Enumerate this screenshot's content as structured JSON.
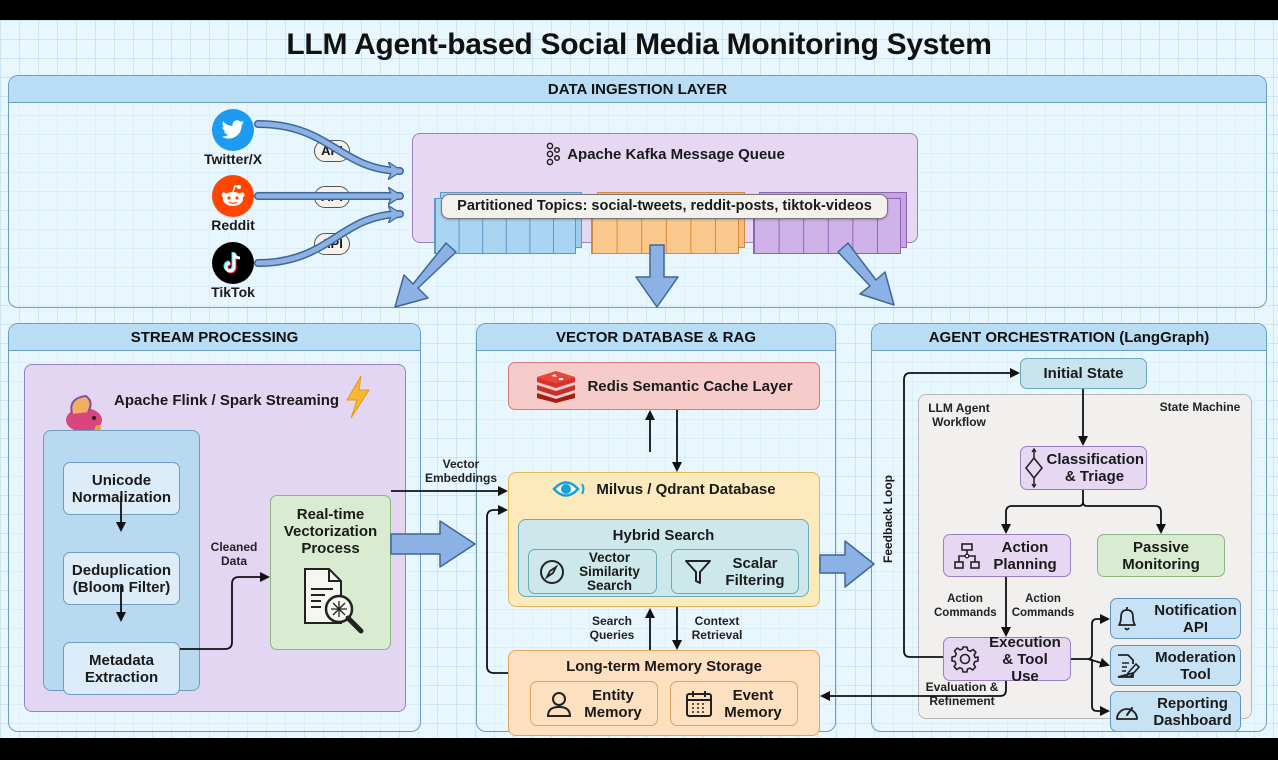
{
  "title": "LLM Agent-based Social Media Monitoring System",
  "colors": {
    "background": "#e8f6fd",
    "layer_header": "#b9ddf5",
    "arrow_fill": "#8cb1e4",
    "kafka_bg": "#e6d8f3",
    "twitter": "#1d9bf0",
    "reddit": "#ff4500",
    "tiktok": "#000000",
    "redis": "#d8322b"
  },
  "ingestion": {
    "header": "DATA INGESTION LAYER",
    "sources": [
      {
        "name": "Twitter/X",
        "icon": "twitter-icon",
        "connector": "API"
      },
      {
        "name": "Reddit",
        "icon": "reddit-icon",
        "connector": "API"
      },
      {
        "name": "TikTok",
        "icon": "tiktok-icon",
        "connector": "API"
      }
    ],
    "kafka": {
      "title": "Apache Kafka Message Queue",
      "icon": "kafka-icon",
      "topics_label": "Partitioned Topics: social-tweets, reddit-posts, tiktok-videos"
    }
  },
  "stream": {
    "header": "STREAM PROCESSING",
    "engine": "Apache Flink / Spark Streaming",
    "engine_icons": [
      "flink-squirrel-icon",
      "spark-lightning-icon"
    ],
    "steps": [
      "Unicode Normalization",
      "Deduplication (Bloom Filter)",
      "Metadata Extraction"
    ],
    "cleaned_label": "Cleaned Data",
    "vectorization": "Real-time Vectorization Process",
    "vectorization_icon": "document-search-icon"
  },
  "vector": {
    "header": "VECTOR DATABASE & RAG",
    "embeddings_label": "Vector Embeddings",
    "redis": "Redis Semantic Cache Layer",
    "milvus": "Milvus / Qdrant Database",
    "hybrid": "Hybrid Search",
    "vector_search": "Vector Similarity Search",
    "scalar": "Scalar Filtering",
    "search_queries": "Search Queries",
    "context_retrieval": "Context Retrieval",
    "memory": "Long-term Memory Storage",
    "entity": "Entity Memory",
    "event": "Event Memory"
  },
  "agent": {
    "header": "AGENT ORCHESTRATION (LangGraph)",
    "initial": "Initial State",
    "workflow_label": "LLM Agent Workflow",
    "state_machine": "State Machine",
    "classification": "Classification & Triage",
    "planning": "Action Planning",
    "passive": "Passive Monitoring",
    "commands_left": "Action Commands",
    "commands_right": "Action Commands",
    "execution": "Execution & Tool Use",
    "feedback": "Feedback Loop",
    "evaluation": "Evaluation & Refinement",
    "tools": [
      "Notification API",
      "Moderation Tool",
      "Reporting Dashboard"
    ]
  }
}
